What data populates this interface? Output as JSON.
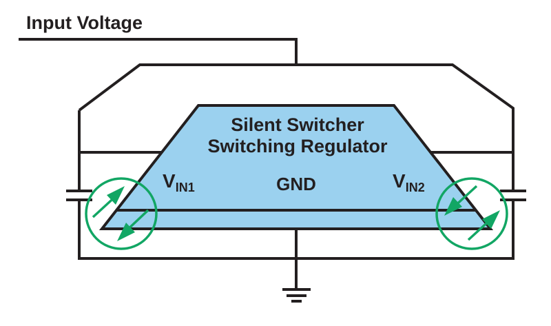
{
  "diagram": {
    "title": "Input Voltage",
    "chip_label_line1": "Silent Switcher",
    "chip_label_line2": "Switching Regulator",
    "pins": {
      "vin1_main": "V",
      "vin1_sub": "IN1",
      "gnd": "GND",
      "vin2_main": "V",
      "vin2_sub": "IN2"
    },
    "colors": {
      "chip_fill": "#9bd1ef",
      "line": "#231f20",
      "highlight": "#12a664"
    },
    "components": [
      "input-capacitor-left",
      "input-capacitor-right",
      "ground-symbol",
      "current-loop-left",
      "current-loop-right"
    ]
  }
}
